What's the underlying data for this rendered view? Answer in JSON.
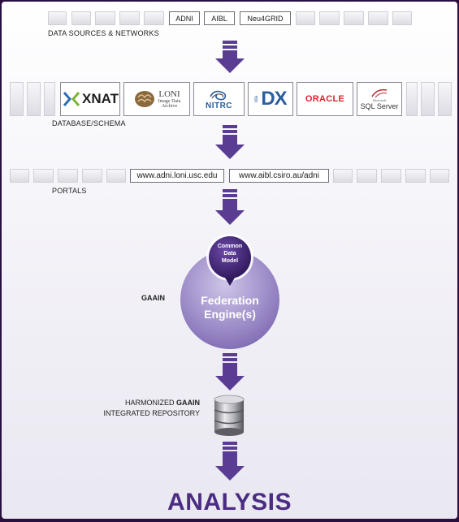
{
  "data_sources": {
    "boxes": [
      "ADNI",
      "AIBL",
      "Neu4GRID"
    ],
    "label": "DATA SOURCES & NETWORKS"
  },
  "database": {
    "logos": [
      {
        "name": "xnat",
        "text": "XNAT"
      },
      {
        "name": "loni",
        "title": "LONI",
        "subtitle_line1": "Image Data",
        "subtitle_line2": "Archive"
      },
      {
        "name": "nitrc",
        "text": "NITRC"
      },
      {
        "name": "idx",
        "small": "ida",
        "text": "DX"
      },
      {
        "name": "oracle",
        "text": "ORACLE"
      },
      {
        "name": "sqlserver",
        "text_small": "Microsoft",
        "text": "SQL Server"
      }
    ],
    "label": "DATABASE/SCHEMA"
  },
  "portals": {
    "urls": [
      "www.adni.loni.usc.edu",
      "www.aibl.csiro.au/adni"
    ],
    "label": "PORTALS"
  },
  "federation": {
    "gaain_label": "GAAIN",
    "cdm_line1": "Common",
    "cdm_line2": "Data",
    "cdm_line3": "Model",
    "engine_line1": "Federation",
    "engine_line2": "Engine(s)"
  },
  "repository": {
    "line1_prefix": "HARMONIZED ",
    "line1_bold": "GAAIN",
    "line2": "INTEGRATED REPOSITORY"
  },
  "analysis": "ANALYSIS",
  "colors": {
    "purple": "#5a3c93",
    "engine": "#a898cf",
    "dark_purple": "#3b2468",
    "background_border": "#2b0f3f"
  }
}
